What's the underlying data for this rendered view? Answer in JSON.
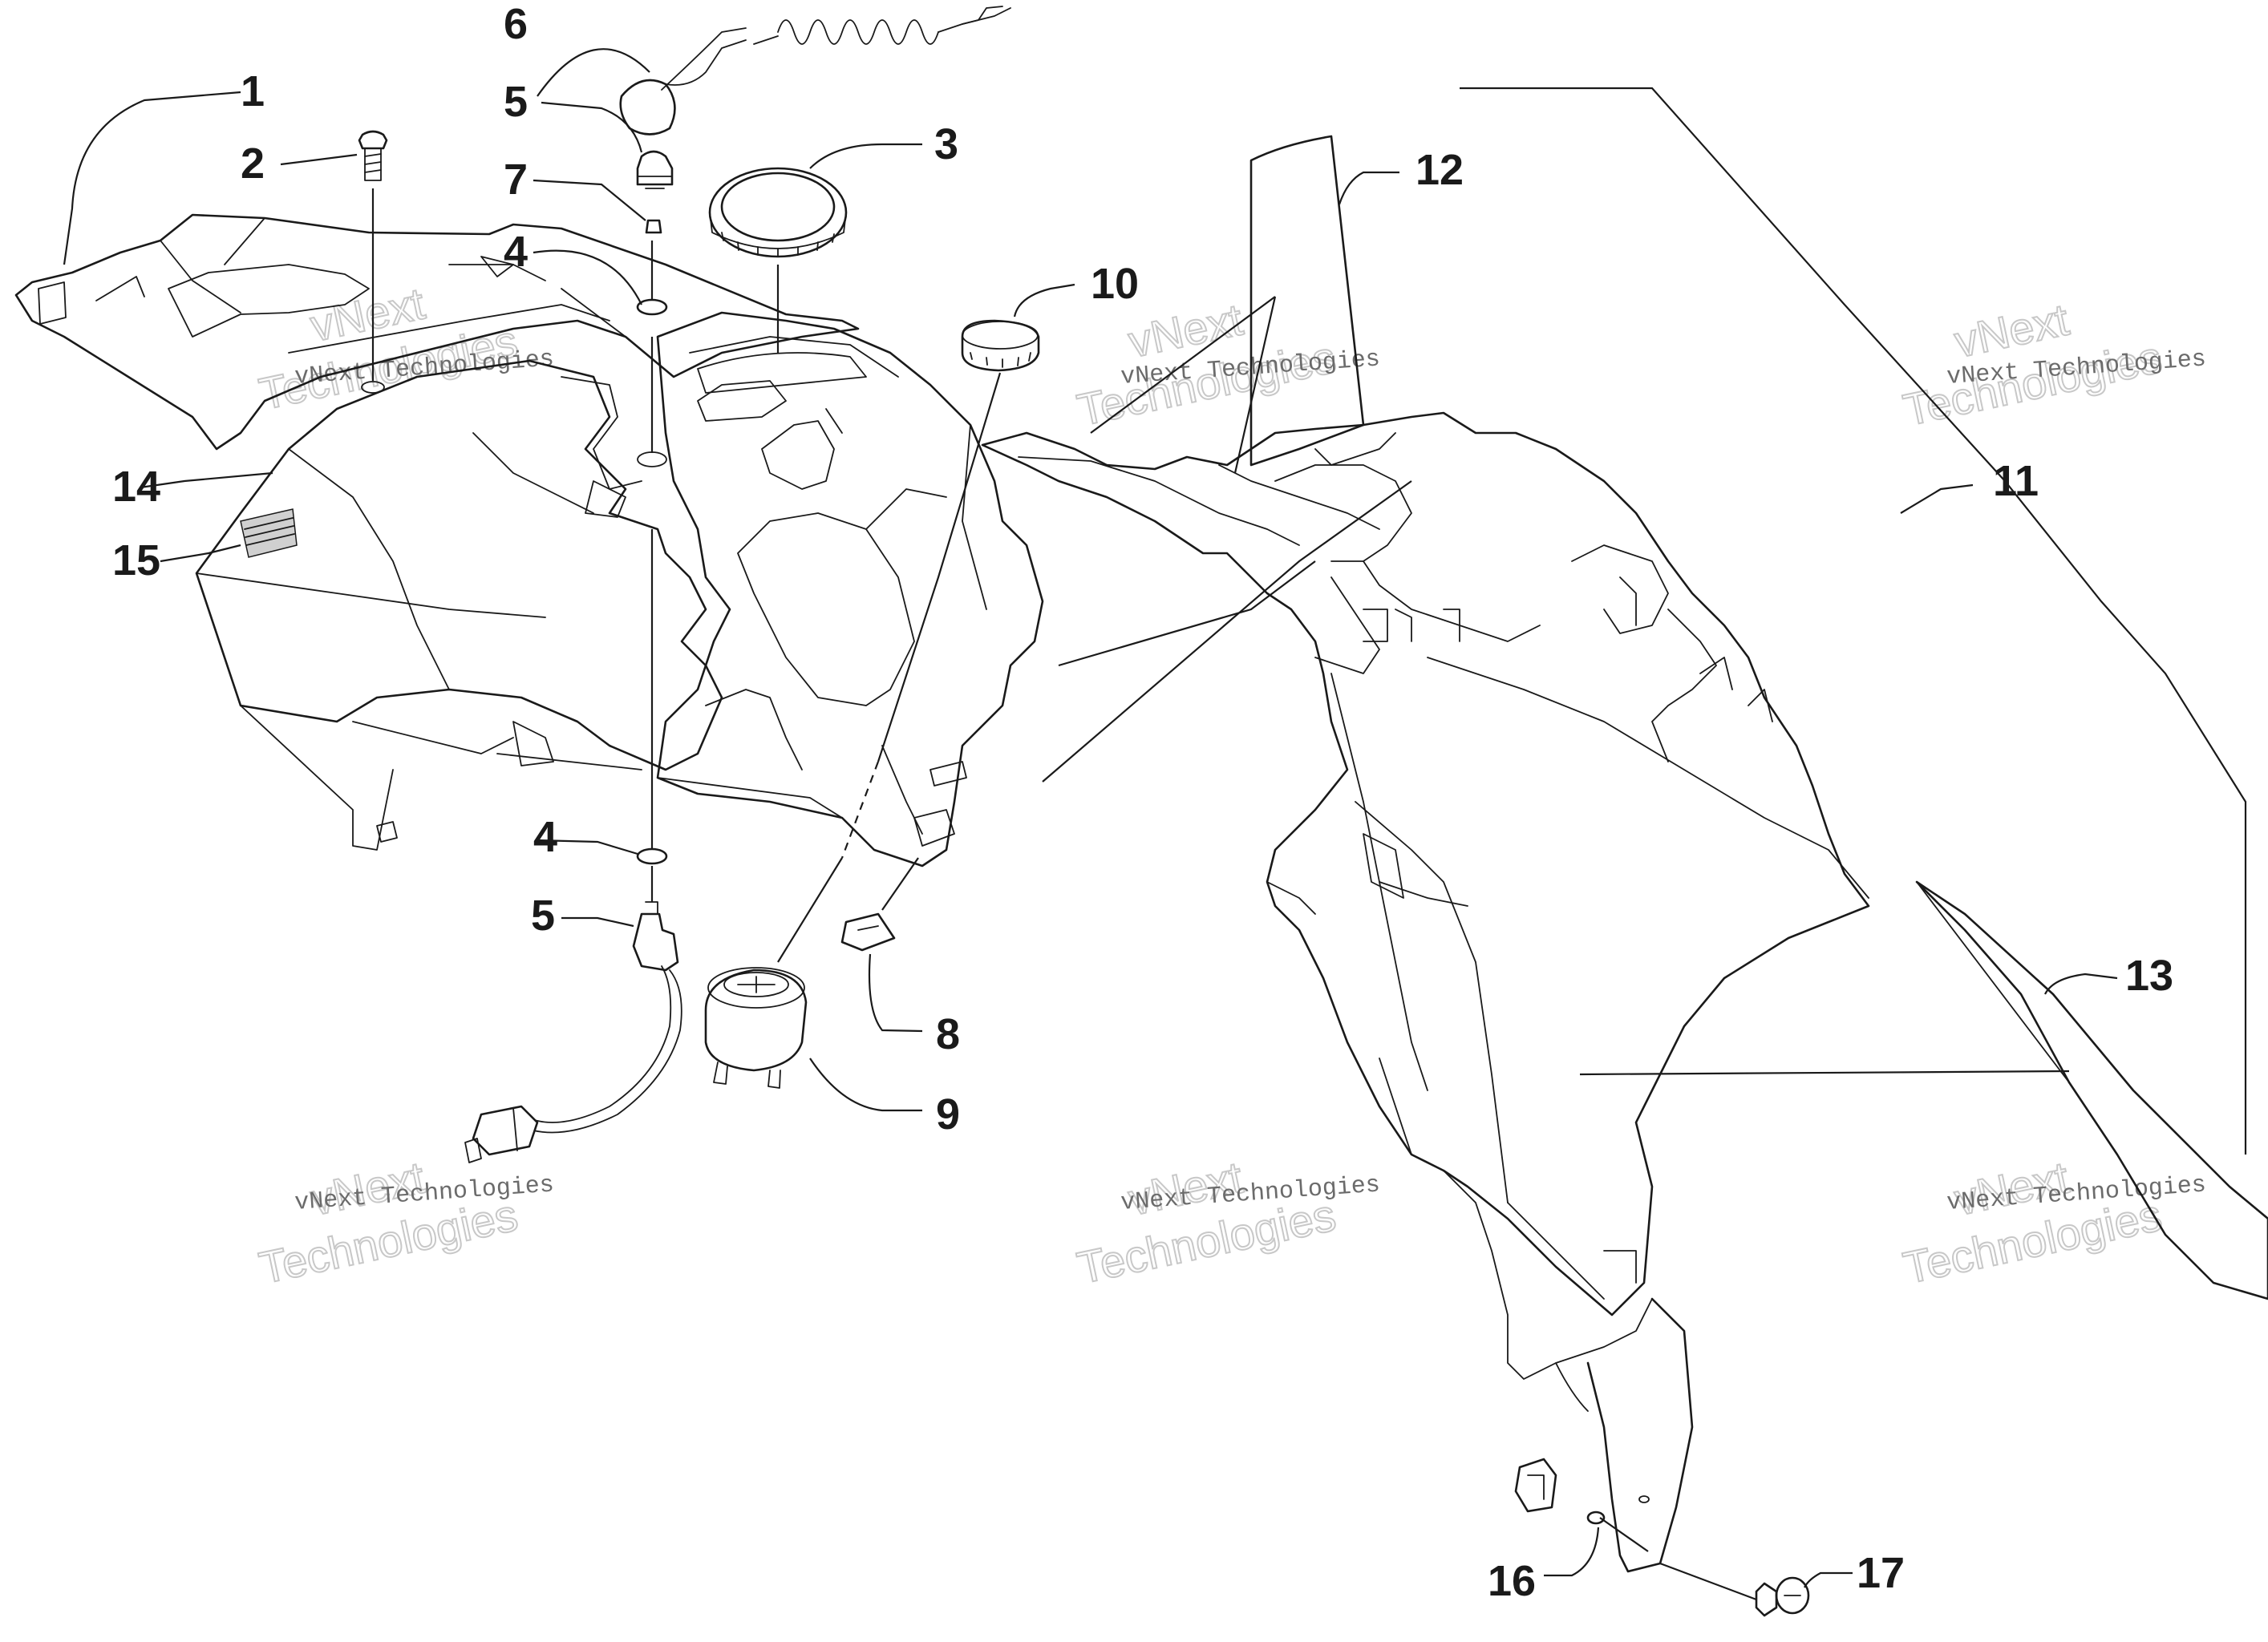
{
  "diagram": {
    "callouts": [
      {
        "id": "c1",
        "label": "1"
      },
      {
        "id": "c2",
        "label": "2"
      },
      {
        "id": "c3",
        "label": "3"
      },
      {
        "id": "c4a",
        "label": "4"
      },
      {
        "id": "c4b",
        "label": "4"
      },
      {
        "id": "c5a",
        "label": "5"
      },
      {
        "id": "c5b",
        "label": "5"
      },
      {
        "id": "c6",
        "label": "6"
      },
      {
        "id": "c7",
        "label": "7"
      },
      {
        "id": "c8",
        "label": "8"
      },
      {
        "id": "c9",
        "label": "9"
      },
      {
        "id": "c10",
        "label": "10"
      },
      {
        "id": "c11",
        "label": "11"
      },
      {
        "id": "c12",
        "label": "12"
      },
      {
        "id": "c13",
        "label": "13"
      },
      {
        "id": "c14",
        "label": "14"
      },
      {
        "id": "c15",
        "label": "15"
      },
      {
        "id": "c16",
        "label": "16"
      },
      {
        "id": "c17",
        "label": "17"
      }
    ],
    "watermark": {
      "small_text": "vNext Technologies",
      "big_line1": "vNext",
      "big_line2": "Technologies"
    }
  }
}
